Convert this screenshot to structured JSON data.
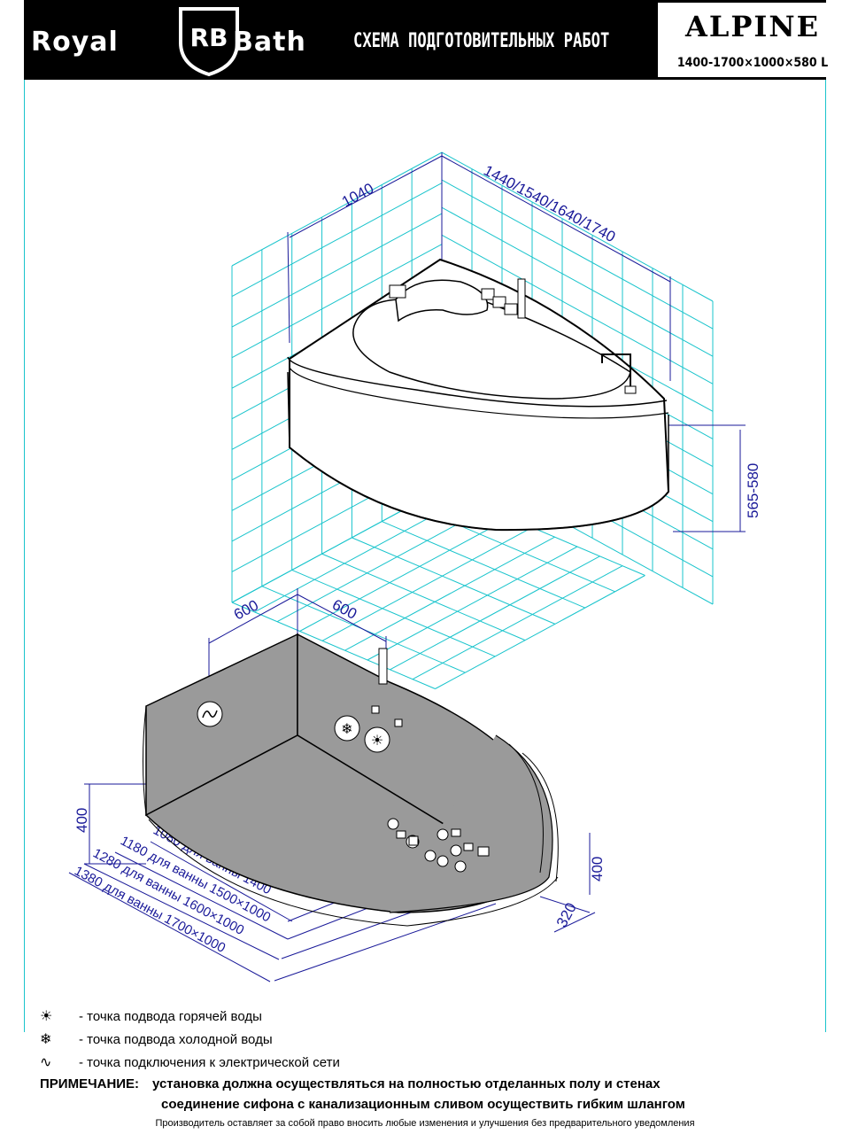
{
  "header": {
    "brand_left": "Royal",
    "brand_logo": "RB",
    "brand_right": "Bath",
    "title": "СХЕМА ПОДГОТОВИТЕЛЬНЫХ РАБОТ",
    "model": "ALPINE",
    "size": "1400-1700×1000×580 L"
  },
  "dimensions_top": {
    "width": "1040",
    "length": "1440/1540/1640/1740",
    "height": "565-580"
  },
  "dimensions_bottom": {
    "wall_a": "600",
    "wall_b": "600",
    "left_height": "400",
    "right_height": "400",
    "depth": "320",
    "len_1400": "1080 для ванны 1400",
    "len_1500": "1180 для ванны 1500×1000",
    "len_1600": "1280 для ванны 1600×1000",
    "len_1700": "1380 для ванны 1700×1000"
  },
  "legend": [
    {
      "icon": "hot-water-icon",
      "glyph": "☀",
      "text": "- точка подвода горячей воды"
    },
    {
      "icon": "cold-water-icon",
      "glyph": "❄",
      "text": "- точка подвода холодной воды"
    },
    {
      "icon": "electric-icon",
      "glyph": "∿",
      "text": "- точка подключения к электрической сети"
    }
  ],
  "note": {
    "label": "ПРИМЕЧАНИЕ:",
    "line1": "установка должна осуществляться на полностью отделанных полу и стенах",
    "line2": "соединение сифона с канализационным сливом осуществить гибким шлангом"
  },
  "footer": "Производитель оставляет за собой право вносить любые изменения и улучшения без предварительного уведомления",
  "colors": {
    "grid": "#19c4cc",
    "dimension": "#1a1a99",
    "fill": "#9a9a9a"
  }
}
